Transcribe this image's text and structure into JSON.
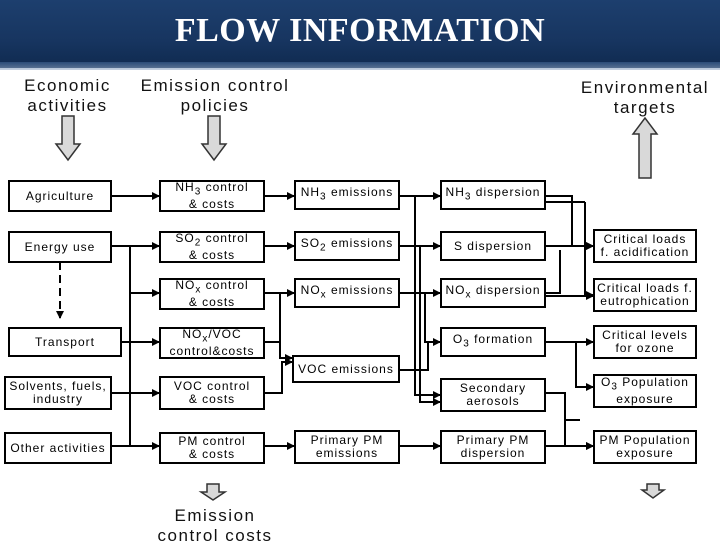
{
  "title": "FLOW INFORMATION",
  "headers": {
    "economic": "Economic\nactivities",
    "policies": "Emission control\npolicies",
    "targets": "Environmental\ntargets",
    "costs": "Emission\ncontrol costs"
  },
  "activities": [
    "Agriculture",
    "Energy use",
    "Transport",
    "Solvents, fuels,\nindustry",
    "Other activities"
  ],
  "controls": [
    "NH3 control\n& costs",
    "SO2 control\n& costs",
    "NOx control\n& costs",
    "NOx/VOC\ncontrol&costs",
    "VOC control\n& costs",
    "PM control\n& costs"
  ],
  "emissions": [
    "NH3 emissions",
    "SO2 emissions",
    "NOx emissions",
    "VOC emissions",
    "Primary PM\nemissions"
  ],
  "processes": [
    "NH3 dispersion",
    "S dispersion",
    "NOx dispersion",
    "O3 formation",
    "Secondary\naerosols",
    "Primary PM\ndispersion"
  ],
  "targets": [
    "Critical loads\nf. acidification",
    "Critical loads f.\neutrophication",
    "Critical levels\nfor ozone",
    "O3 Population\nexposure",
    "PM Population\nexposure"
  ],
  "icons": {
    "down_arrow": "block-down-arrow-icon",
    "up_arrow": "block-up-arrow-icon"
  },
  "colors": {
    "header_bg": "#173560",
    "title_text": "#ffffff"
  }
}
